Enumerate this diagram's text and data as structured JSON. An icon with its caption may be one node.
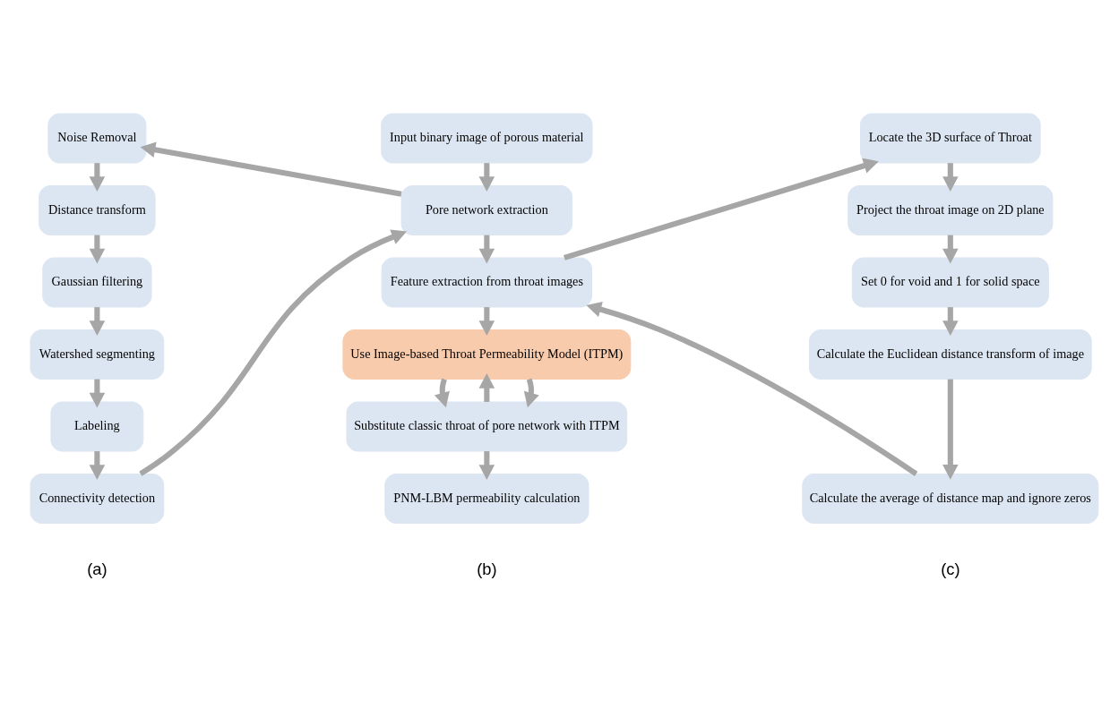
{
  "diagram": {
    "nodes": [
      {
        "text": [
          "Noise Removal"
        ]
      },
      {
        "text": [
          "Distance transform"
        ]
      },
      {
        "text": [
          "Gaussian filtering"
        ]
      },
      {
        "text": [
          "Watershed segmenting"
        ]
      },
      {
        "text": [
          "Labeling"
        ]
      },
      {
        "text": [
          "Connectivity detection"
        ]
      },
      {
        "text": [
          "Input binary image of porous material"
        ]
      },
      {
        "text": [
          "Pore network extraction"
        ]
      },
      {
        "text": [
          "Feature extraction from throat images"
        ]
      },
      {
        "text": [
          "Use Image-based Throat Permeability Model (ITPM)"
        ]
      },
      {
        "text": [
          "Substitute classic throat of pore network with ITPM"
        ]
      },
      {
        "text": [
          "PNM-LBM permeability calculation"
        ]
      },
      {
        "text": [
          "Locate the 3D surface of Throat"
        ]
      },
      {
        "text": [
          "Project the throat image on 2D plane"
        ]
      },
      {
        "text": [
          "Set 0 for void and 1 for solid space"
        ]
      },
      {
        "text": [
          "Calculate the Euclidean distance transform of image"
        ]
      },
      {
        "text": [
          "Calculate the average of distance map and ignore zeros"
        ]
      }
    ],
    "edges": [
      {
        "from": 7,
        "to": 0,
        "arrow": "to"
      },
      {
        "from": 0,
        "to": 1,
        "arrow": "to"
      },
      {
        "from": 1,
        "to": 2,
        "arrow": "to"
      },
      {
        "from": 2,
        "to": 3,
        "arrow": "to"
      },
      {
        "from": 3,
        "to": 4,
        "arrow": "to"
      },
      {
        "from": 4,
        "to": 5,
        "arrow": "to"
      },
      {
        "from": 5,
        "to": 7,
        "arrow": "to"
      },
      {
        "from": 6,
        "to": 7,
        "arrow": "to"
      },
      {
        "from": 7,
        "to": 8,
        "arrow": "to"
      },
      {
        "from": 8,
        "to": 9,
        "arrow": "to"
      },
      {
        "from": 9,
        "to": 10,
        "arrow": "to"
      },
      {
        "from": 10,
        "to": 9,
        "arrow": "to"
      },
      {
        "from": 9,
        "to": 10,
        "arrow": "to"
      },
      {
        "from": 10,
        "to": 11,
        "arrow": "to"
      },
      {
        "from": 8,
        "to": 12,
        "arrow": "to"
      },
      {
        "from": 12,
        "to": 13,
        "arrow": "to"
      },
      {
        "from": 13,
        "to": 14,
        "arrow": "to"
      },
      {
        "from": 14,
        "to": 15,
        "arrow": "to"
      },
      {
        "from": 15,
        "to": 16,
        "arrow": "to"
      },
      {
        "from": 16,
        "to": 8,
        "arrow": "to"
      }
    ],
    "labels": [
      "(a)",
      "(b)",
      "(c)"
    ]
  }
}
